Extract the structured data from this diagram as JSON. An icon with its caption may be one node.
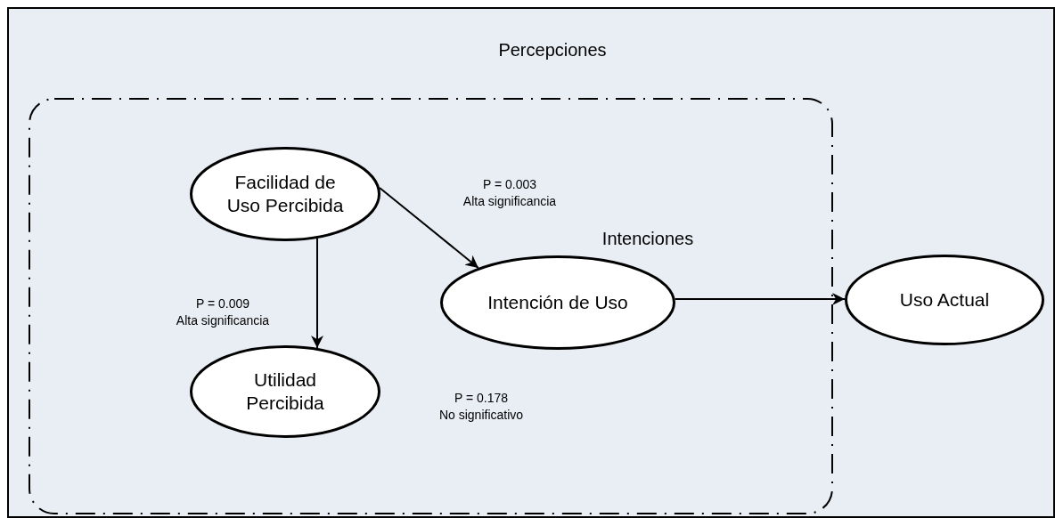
{
  "diagram": {
    "nodes": [
      {
        "text": [
          "Percepciones"
        ]
      },
      {
        "text": [
          "Facilidad de Uso Percibida"
        ],
        "in": 0
      },
      {
        "text": [
          "Utilidad Percibida"
        ],
        "in": 0
      },
      {
        "text": [
          "Intención de Uso"
        ],
        "in": 0,
        "beside": [
          "Intenciones"
        ]
      },
      {
        "text": [
          "Uso Actual"
        ]
      }
    ],
    "edges": [
      {
        "from": 1,
        "to": 2,
        "arrow": "to",
        "label": "P = 0.009 Alta significancia"
      },
      {
        "from": 1,
        "to": 3,
        "arrow": "to",
        "label": "P = 0.003 Alta significancia"
      },
      {
        "from": 3,
        "to": 4,
        "arrow": "to"
      }
    ],
    "labels": [
      "P = 0.178 No significativo"
    ]
  }
}
